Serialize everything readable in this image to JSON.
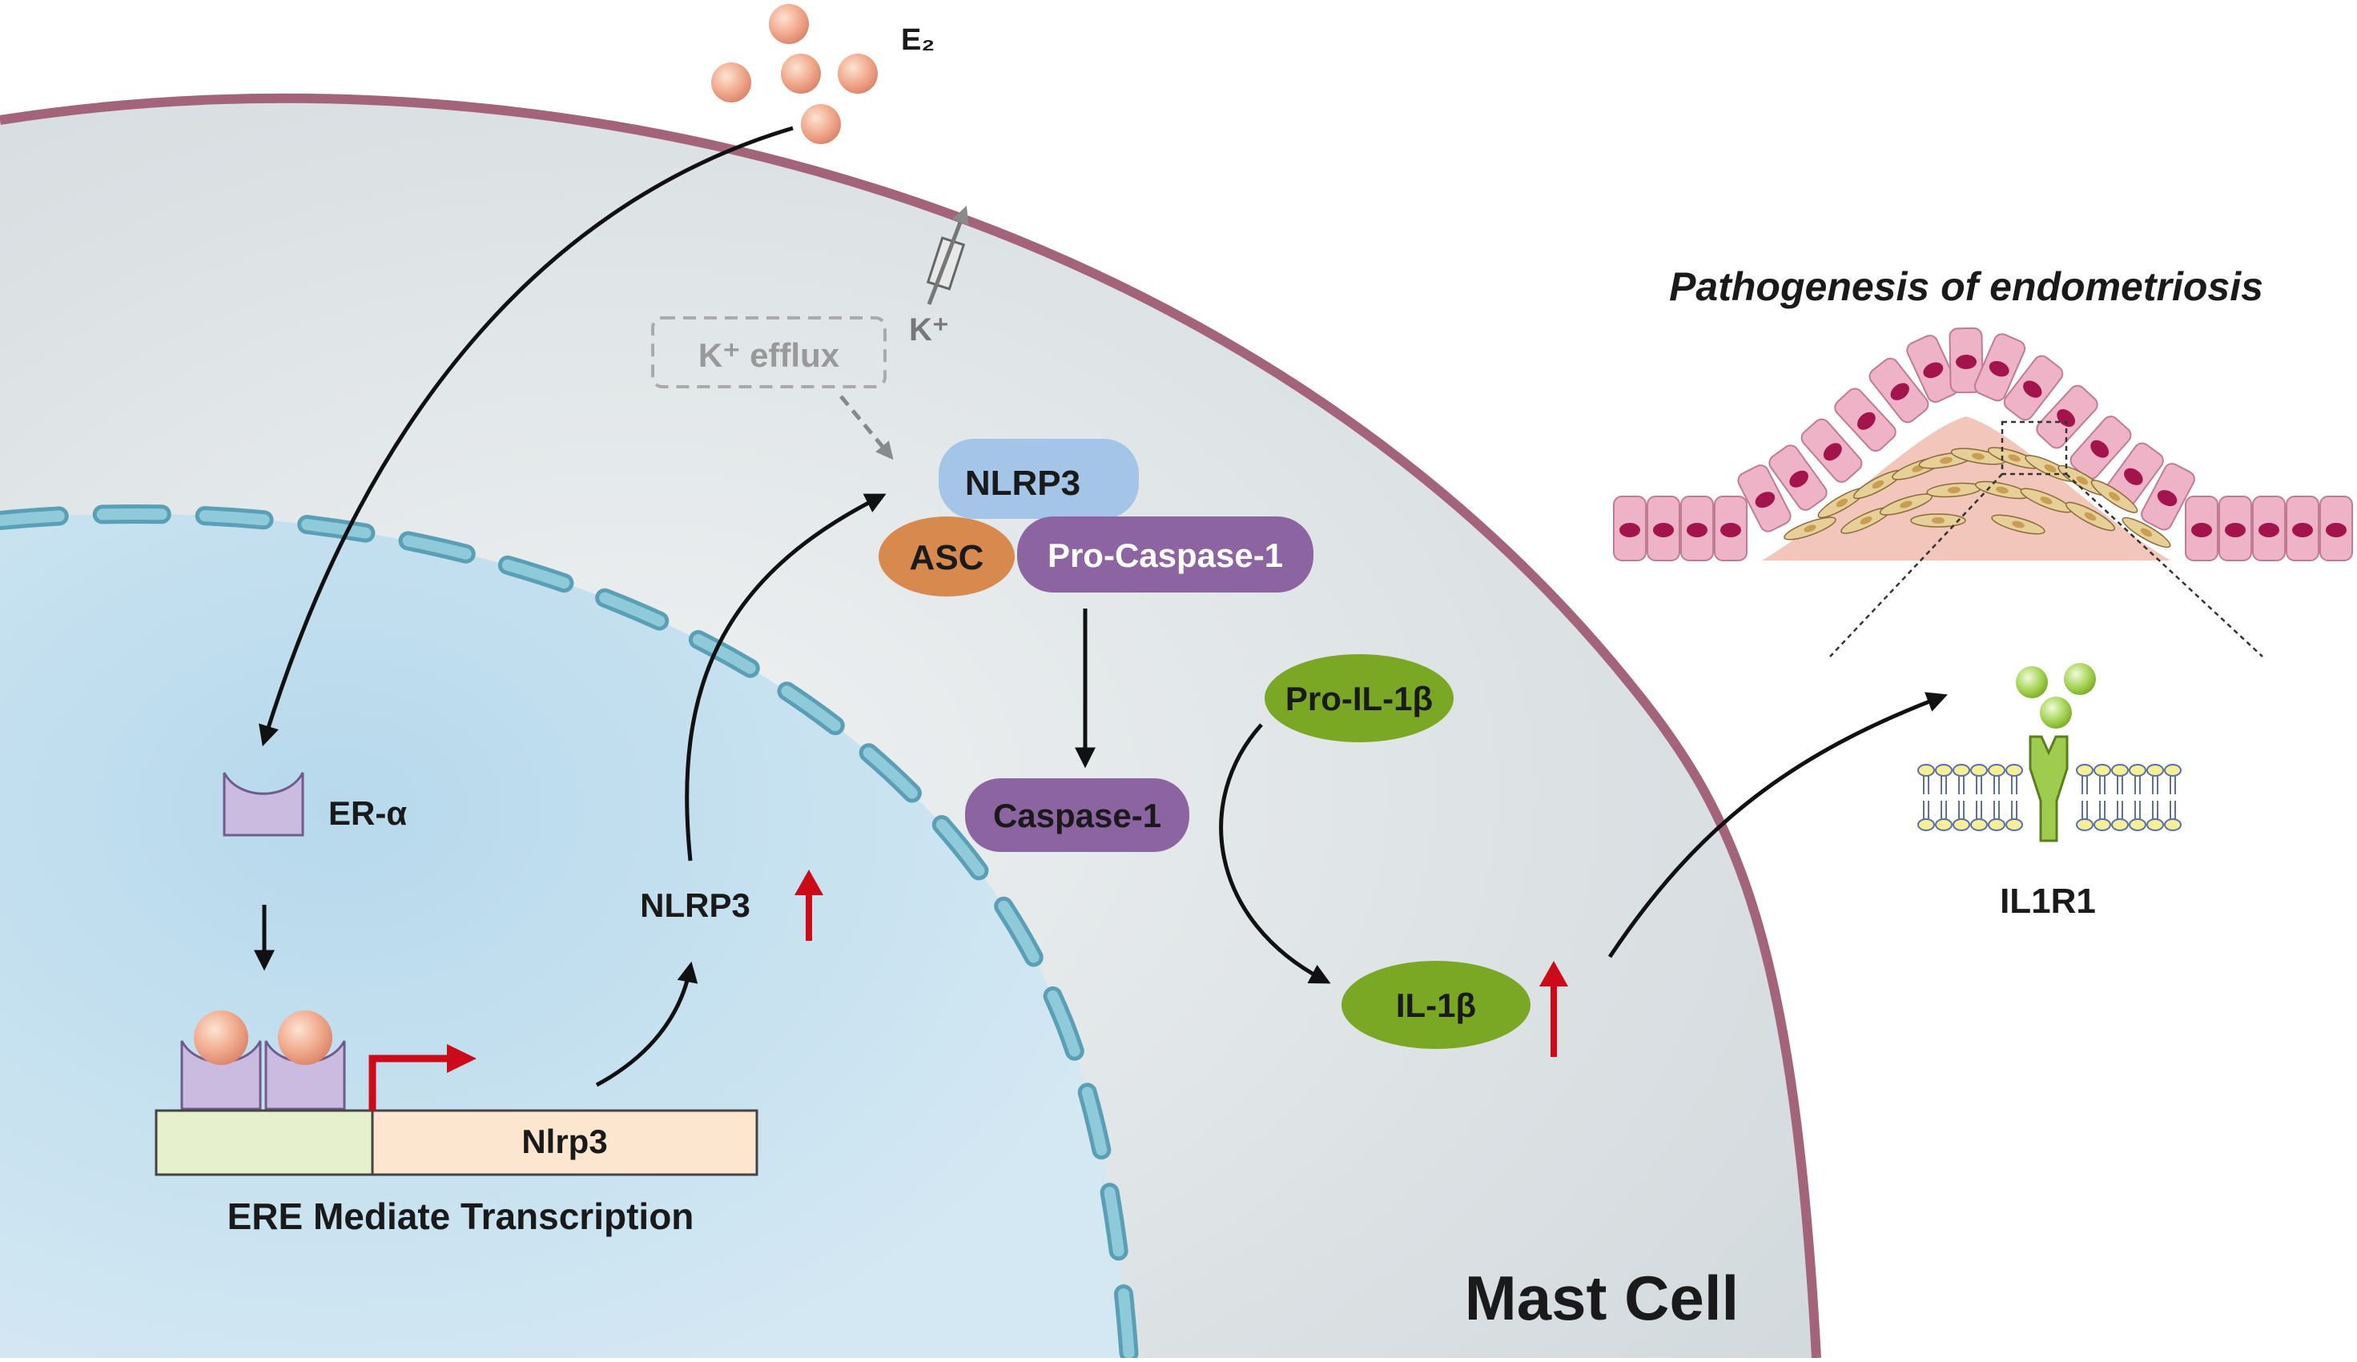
{
  "ligand": {
    "label": "E₂"
  },
  "potassium": {
    "ion_label": "K⁺",
    "efflux_label": "K⁺ efflux"
  },
  "inflammasome": {
    "sensor": "NLRP3",
    "adaptor": "ASC",
    "effector": "Pro-Caspase-1"
  },
  "caspase": {
    "label": "Caspase-1"
  },
  "cytokine": {
    "precursor": "Pro-IL-1β",
    "mature": "IL-1β"
  },
  "receptor": {
    "label": "ER-α"
  },
  "nucleus": {
    "gene": "Nlrp3",
    "transcription_label": "ERE Mediate Transcription",
    "nlrp3_label": "NLRP3"
  },
  "cell": {
    "label": "Mast Cell"
  },
  "tissue": {
    "title": "Pathogenesis of endometriosis",
    "receptor_label": "IL1R1"
  },
  "colors": {
    "membrane": "#a3647a",
    "cytoplasm": "#dfe4e6",
    "nucleus": "#c7e1f0",
    "nuclear_envelope": "#6fb4ca",
    "up_arrow": "#cc0a1a",
    "nlrp3_box": "#a4c4e8",
    "asc_box": "#d8894e",
    "caspase_box": "#8d64a2",
    "il1b_box": "#7aa825",
    "ere_box": "#e6f0cc",
    "gene_box": "#fde6d0"
  }
}
